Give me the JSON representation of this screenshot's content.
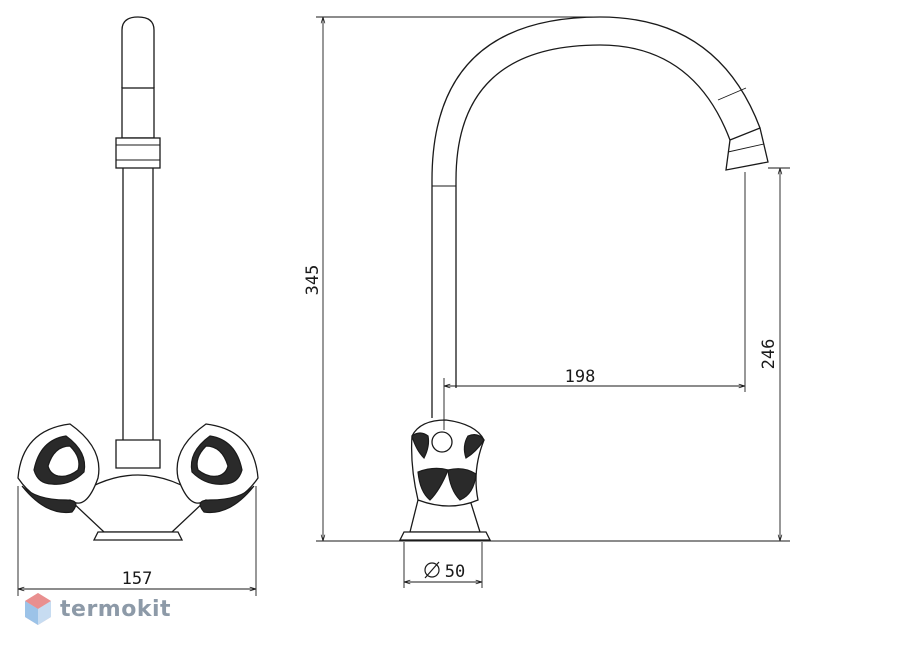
{
  "dimensions": {
    "width_base": "157",
    "height_total": "345",
    "height_outlet": "246",
    "reach": "198",
    "base_diameter": "50"
  },
  "brand": {
    "name": "termokit",
    "color": "#8d9aa8"
  }
}
